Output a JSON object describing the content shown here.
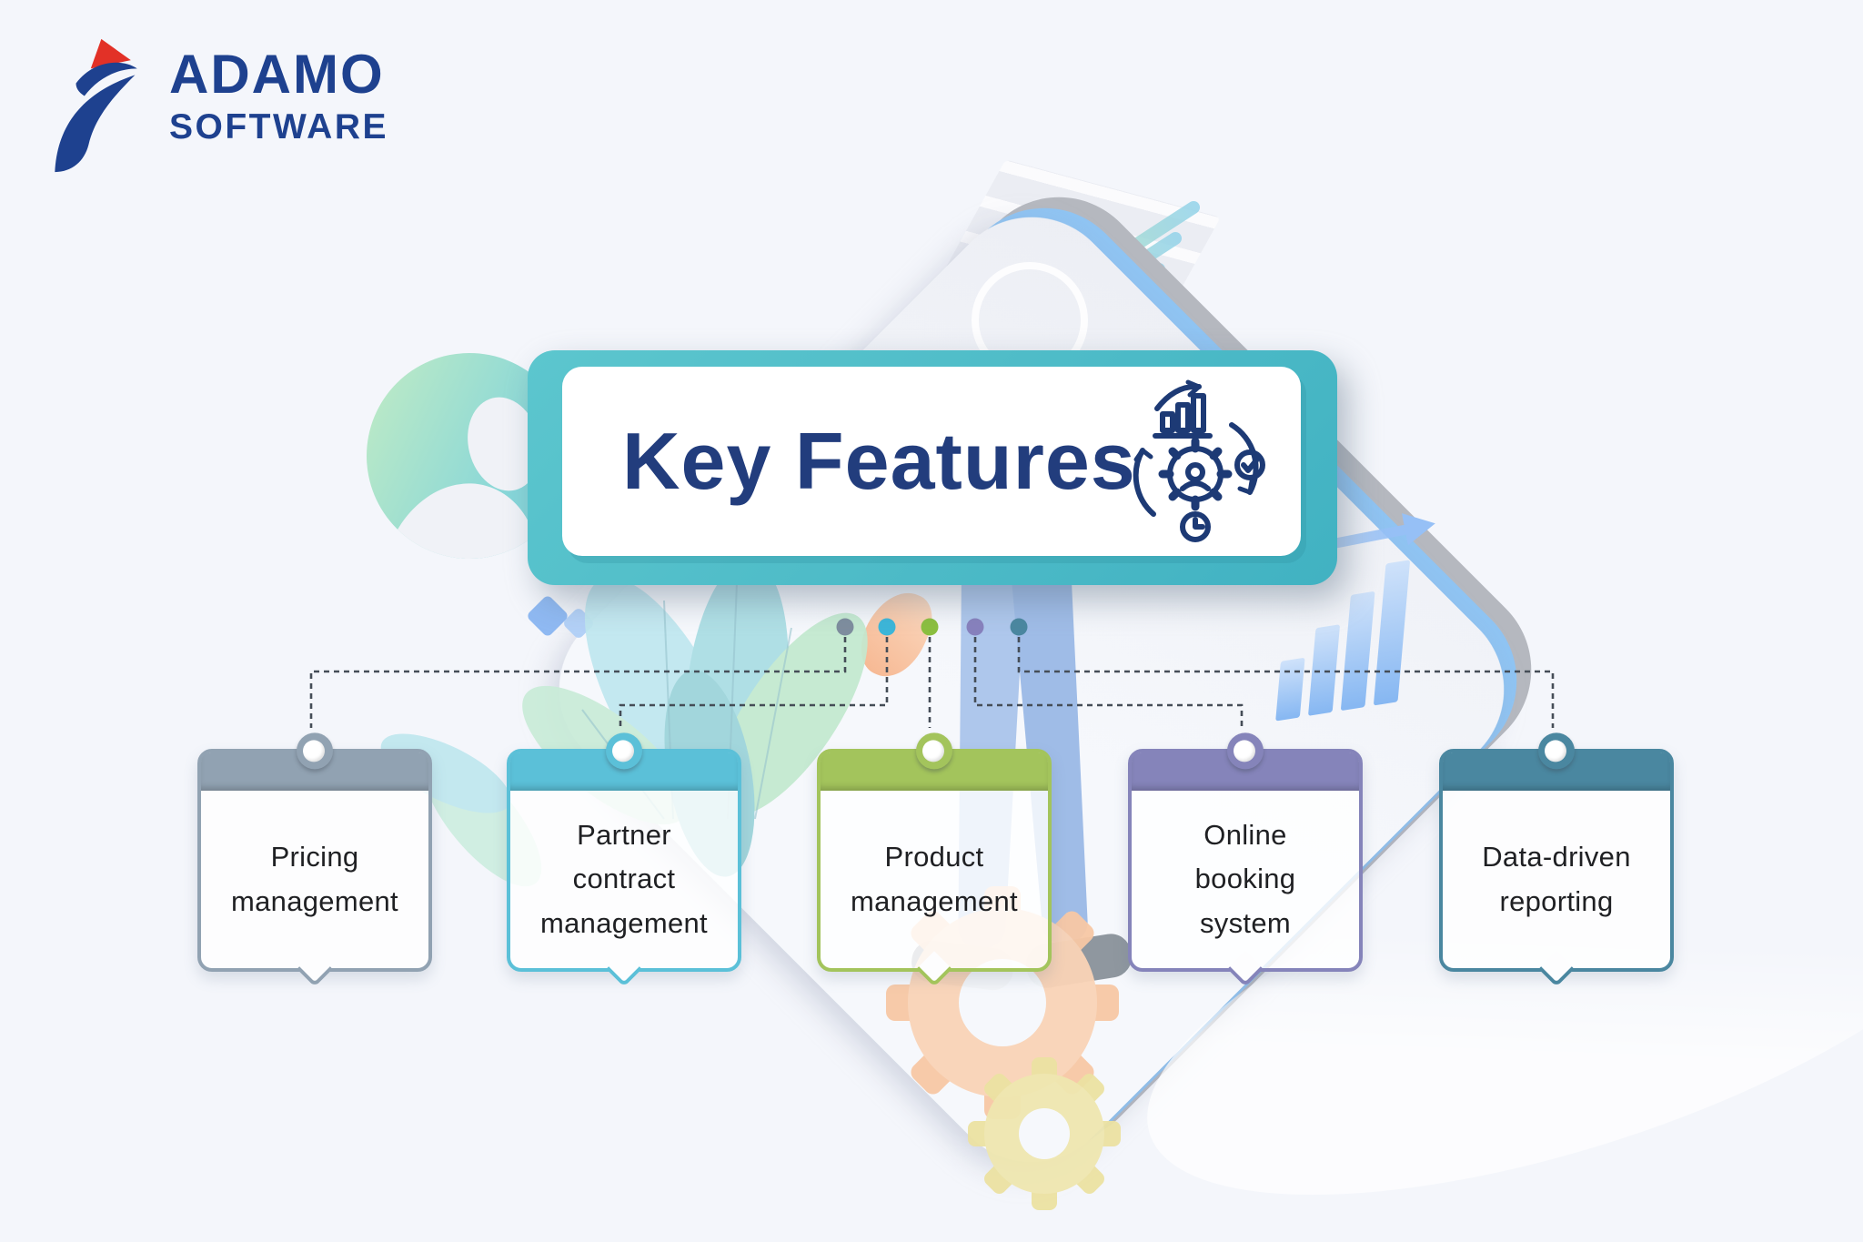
{
  "background_color": "#f4f6fb",
  "logo": {
    "brand": "ADAMO",
    "sub": "SOFTWARE",
    "text_color": "#1e418f",
    "mark": {
      "icon": "adamo-bird-mark-icon",
      "navy": "#1e418f",
      "red": "#e23127"
    }
  },
  "title": {
    "text": "Key Features",
    "text_color": "#223d7d",
    "frame_color": "#49b9c6",
    "icon": "process-management-icon",
    "icon_color": "#1d3a75"
  },
  "connector": {
    "line_color": "#454d57"
  },
  "cards": [
    {
      "label": "Pricing management",
      "lines": [
        "Pricing",
        "management"
      ],
      "accent": "#91a2b2",
      "dot_color": "#7e8d9e"
    },
    {
      "label": "Partner contract management",
      "lines": [
        "Partner",
        "contract",
        "management"
      ],
      "accent": "#5bc0d8",
      "dot_color": "#3cb6d9"
    },
    {
      "label": "Product management",
      "lines": [
        "Product",
        "management"
      ],
      "accent": "#a3c45c",
      "dot_color": "#8bbf3f"
    },
    {
      "label": "Online booking system",
      "lines": [
        "Online",
        "booking",
        "system"
      ],
      "accent": "#8584ba",
      "dot_color": "#8781bd"
    },
    {
      "label": "Data-driven reporting",
      "lines": [
        "Data-driven",
        "reporting"
      ],
      "accent": "#4a87a0",
      "dot_color": "#4a87a0"
    }
  ],
  "decor_colors": {
    "phone_border_blue": "#8fc4f3",
    "phone_border_gray": "#b5b8bf",
    "bars_blue": "#86b7f2",
    "gear_orange": "#f8c8a5",
    "gear_yellow": "#ece2a2",
    "leaf_teal": "#b7e3ec",
    "leaf_green": "#c3e9cf",
    "avatar_teal": "#86d6d9"
  }
}
